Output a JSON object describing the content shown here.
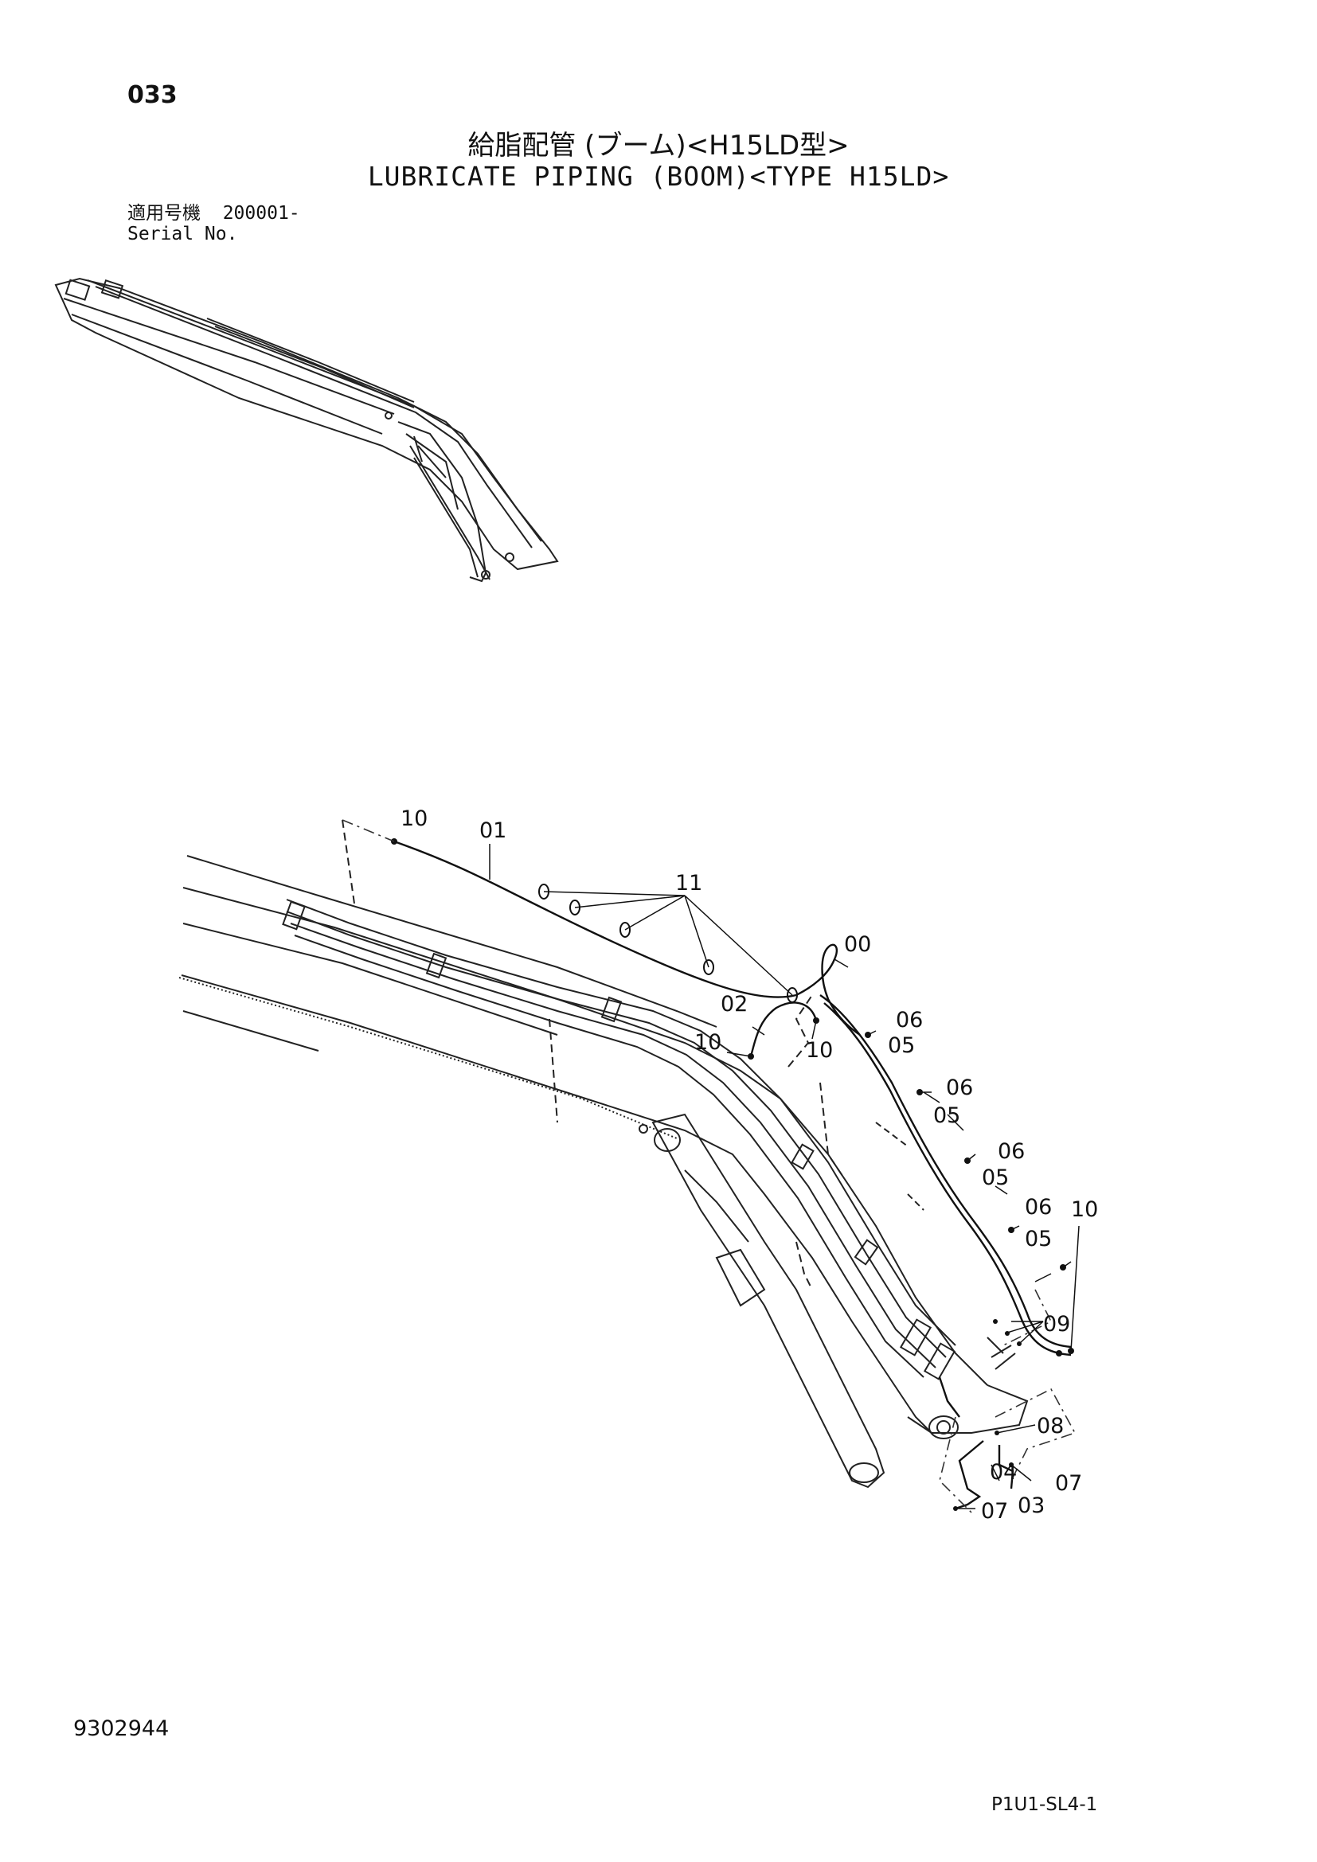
{
  "header": {
    "page_number": "033",
    "title_jp": "給脂配管 (ブーム)<H15LD型>",
    "title_en": "LUBRICATE PIPING (BOOM)<TYPE H15LD>",
    "serial_label_jp": "適用号機",
    "serial_value": "200001-",
    "serial_label_en": "Serial No."
  },
  "callouts": {
    "c00": "00",
    "c01": "01",
    "c02": "02",
    "c03": "03",
    "c04": "04",
    "c05a": "05",
    "c05b": "05",
    "c05c": "05",
    "c05d": "05",
    "c06a": "06",
    "c06b": "06",
    "c06c": "06",
    "c06d": "06",
    "c07a": "07",
    "c07b": "07",
    "c08": "08",
    "c09": "09",
    "c10a": "10",
    "c10b": "10",
    "c10c": "10",
    "c10d": "10",
    "c11": "11"
  },
  "footer": {
    "doc_number": "9302944",
    "page_code": "P1U1-SL4-1"
  }
}
